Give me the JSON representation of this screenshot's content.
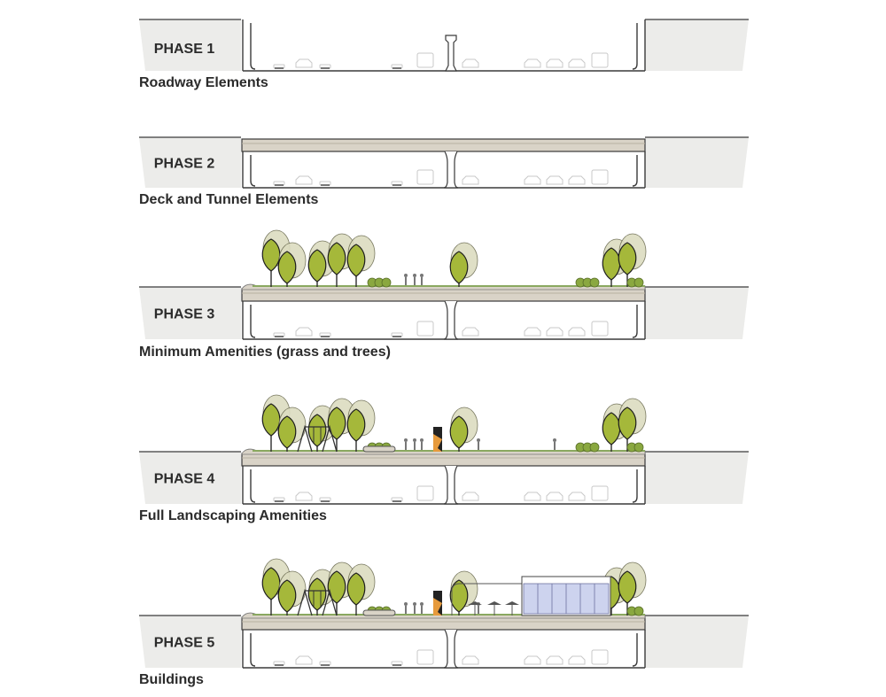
{
  "phases": [
    {
      "label": "PHASE 1",
      "caption": "Roadway Elements",
      "level": 1
    },
    {
      "label": "PHASE 2",
      "caption": "Deck and Tunnel Elements",
      "level": 2
    },
    {
      "label": "PHASE 3",
      "caption": "Minimum Amenities (grass and trees)",
      "level": 3
    },
    {
      "label": "PHASE 4",
      "caption": "Full Landscaping Amenities",
      "level": 4
    },
    {
      "label": "PHASE 5",
      "caption": "Buildings",
      "level": 5
    }
  ],
  "colors": {
    "ground": "#ececea",
    "line": "#3a3a3a",
    "deck": "#d9d3c7",
    "grass": "#8aa860",
    "tree_dark": "#a5b83a",
    "tree_light": "#dcdcc0",
    "shrub": "#8aa840",
    "vehicle": "#c8c8c8",
    "building_glass": "#cdd3ee",
    "art_orange": "#e69a3c"
  }
}
